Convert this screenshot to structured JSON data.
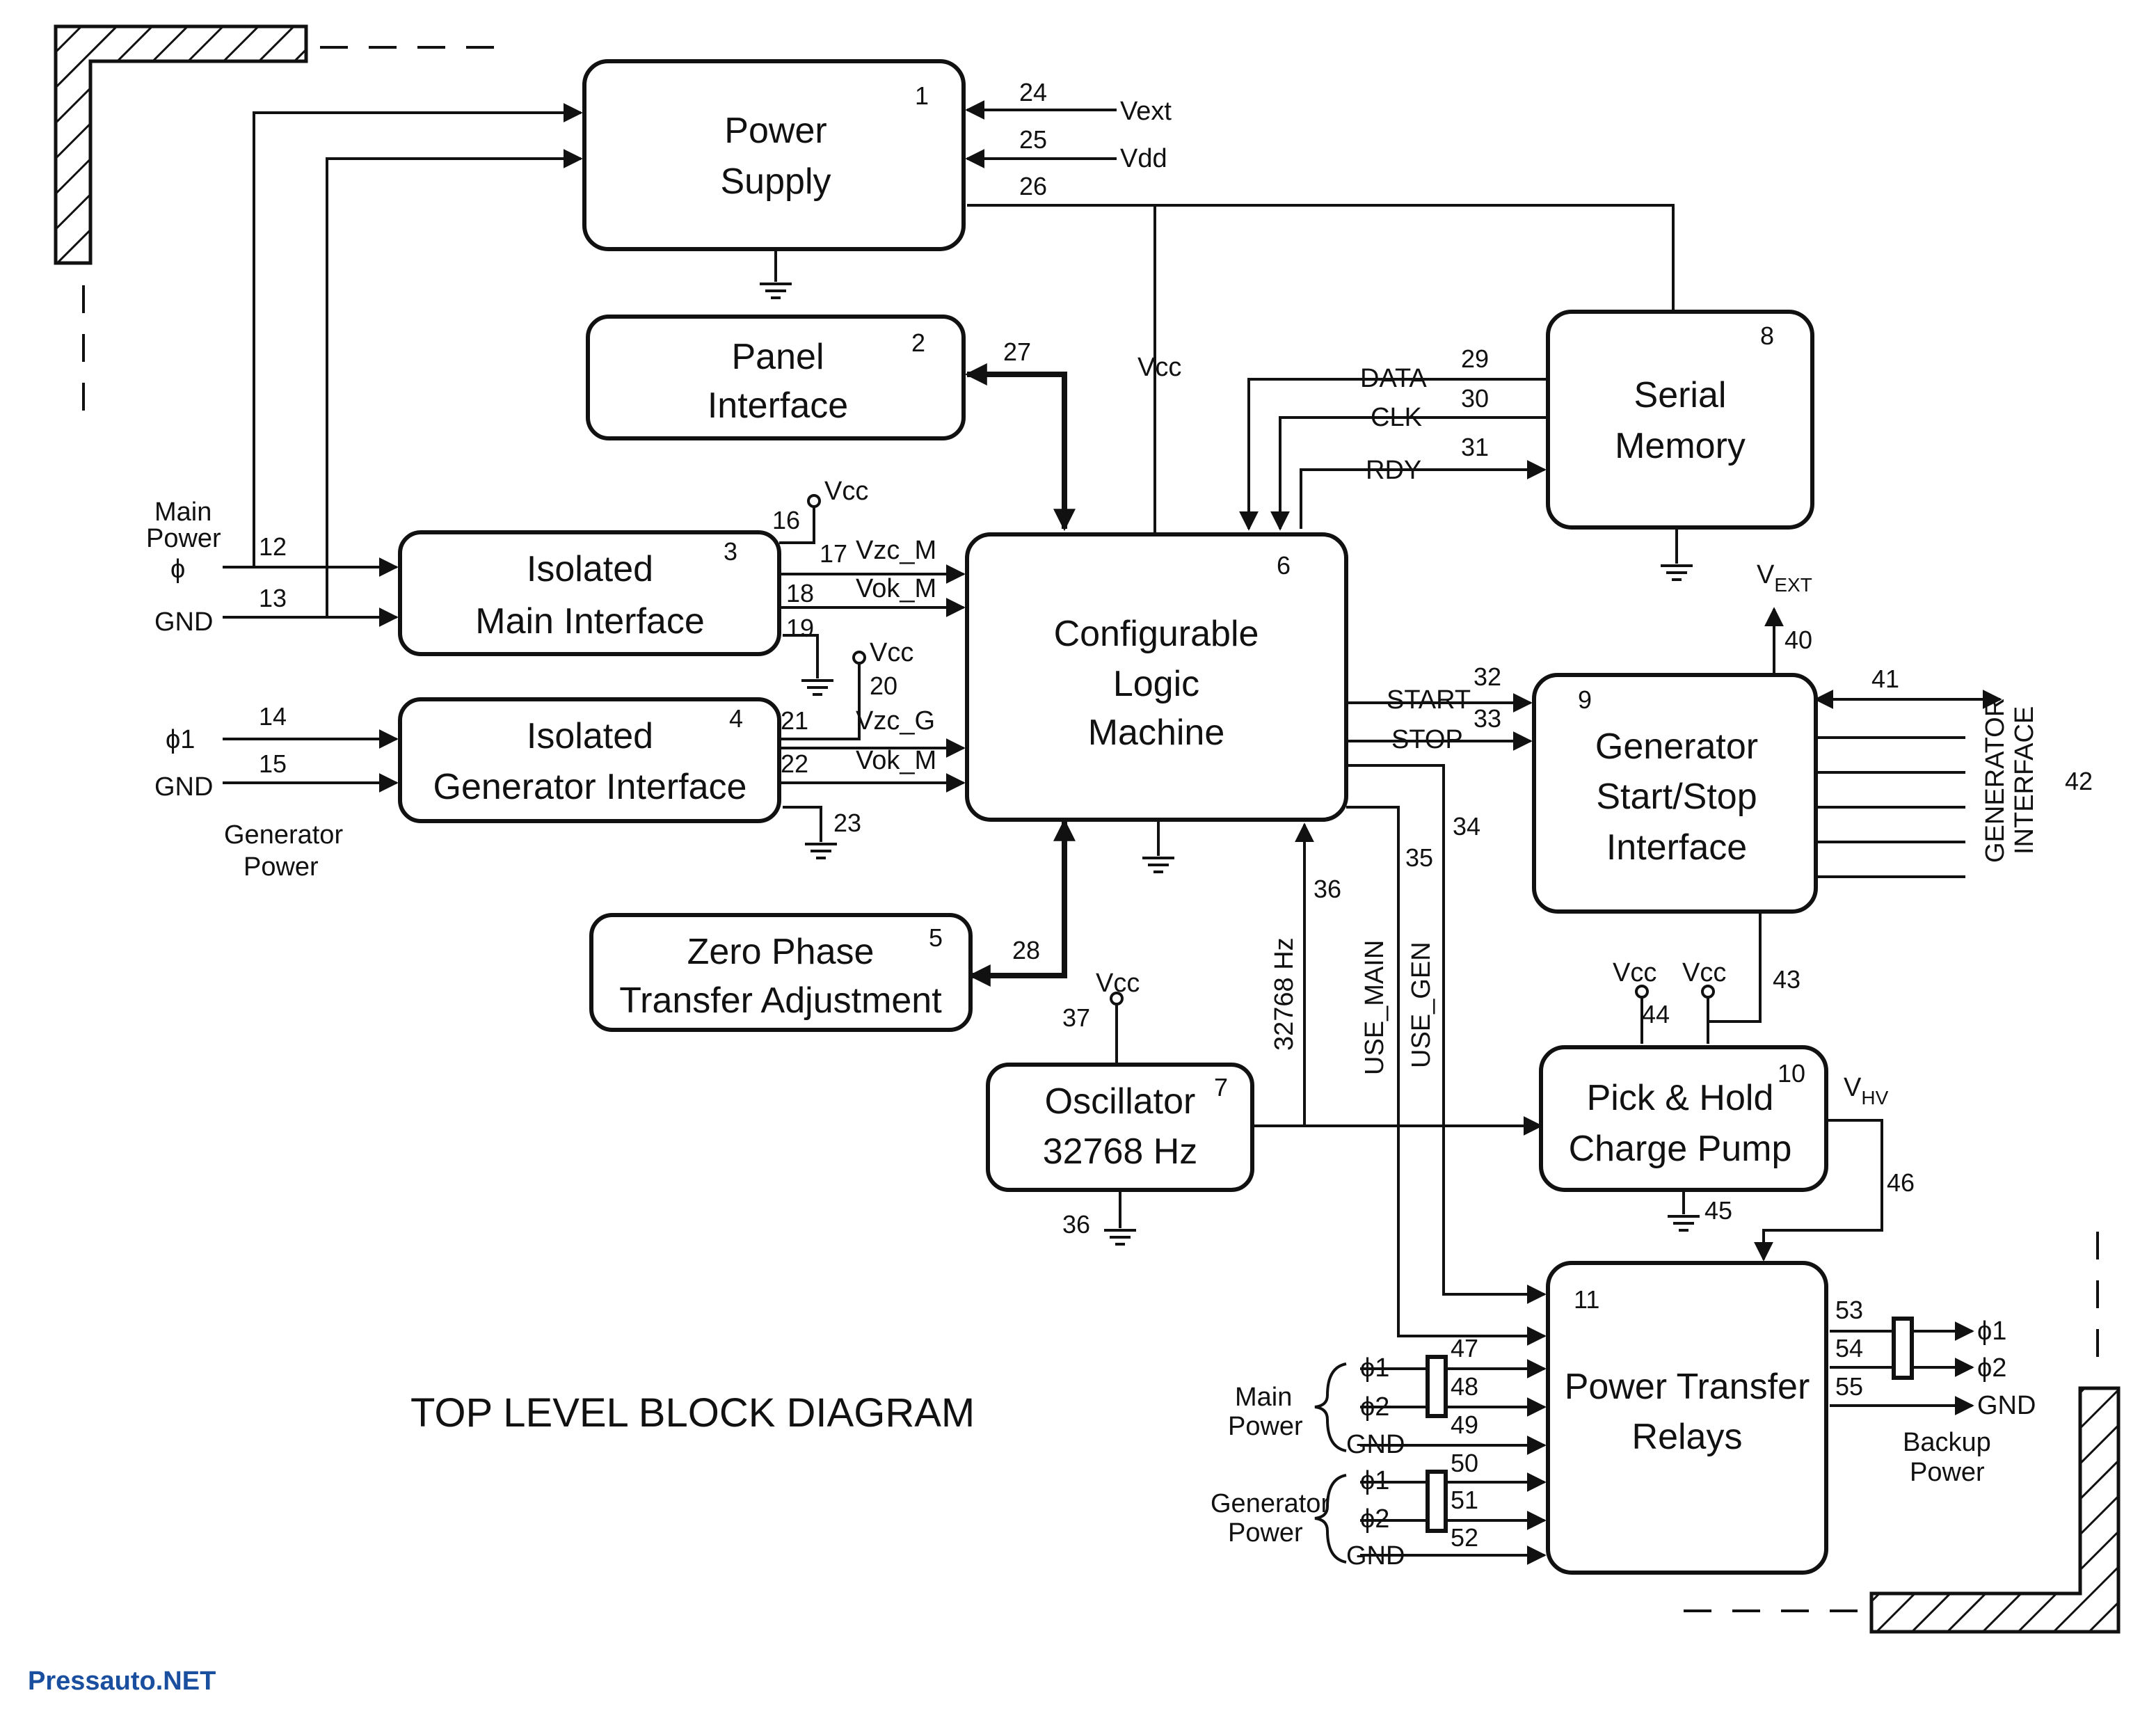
{
  "title": "TOP LEVEL BLOCK DIAGRAM",
  "watermark": "Pressauto.NET",
  "blocks": {
    "power_supply": {
      "line1": "Power",
      "line2": "Supply",
      "num": "1"
    },
    "panel_interface": {
      "line1": "Panel",
      "line2": "Interface",
      "num": "2"
    },
    "isolated_main": {
      "line1": "Isolated",
      "line2": "Main Interface",
      "num": "3"
    },
    "isolated_gen": {
      "line1": "Isolated",
      "line2": "Generator Interface",
      "num": "4"
    },
    "zero_phase": {
      "line1": "Zero Phase",
      "line2": "Transfer Adjustment",
      "num": "5"
    },
    "clm": {
      "line1": "Configurable",
      "line2": "Logic",
      "line3": "Machine",
      "num": "6"
    },
    "oscillator": {
      "line1": "Oscillator",
      "line2": "32768 Hz",
      "num": "7"
    },
    "serial_memory": {
      "line1": "Serial",
      "line2": "Memory",
      "num": "8"
    },
    "gen_startstop": {
      "line1": "Generator",
      "line2": "Start/Stop",
      "line3": "Interface",
      "num": "9"
    },
    "pick_hold": {
      "line1": "Pick & Hold",
      "line2": "Charge Pump",
      "num": "10"
    },
    "power_transfer": {
      "line1": "Power Transfer",
      "line2": "Relays",
      "num": "11"
    }
  },
  "signals": {
    "vext_in": "Vext",
    "vdd": "Vdd",
    "vcc": "Vcc",
    "data": "DATA",
    "clk": "CLK",
    "rdy": "RDY",
    "vzc_m": "Vzc_M",
    "vok_m": "Vok_M",
    "vzc_g": "Vzc_G",
    "vok_g": "Vok_M",
    "start": "START",
    "stop": "STOP",
    "osc_hz": "32768 Hz",
    "use_main": "USE_MAIN",
    "use_gen": "USE_GEN",
    "vext_out_base": "V",
    "vext_out_sub": "EXT",
    "vhv_base": "V",
    "vhv_sub": "HV",
    "gen_interface_l1": "GENERATOR",
    "gen_interface_l2": "INTERFACE",
    "main_power_l1": "Main",
    "main_power_l2": "Power",
    "phi": "ϕ",
    "gnd": "GND",
    "phi1": "ϕ1",
    "phi2": "ϕ2",
    "generator_power_l1": "Generator",
    "generator_power_l2": "Power",
    "backup_power_l1": "Backup",
    "backup_power_l2": "Power"
  },
  "numbers": {
    "n12": "12",
    "n13": "13",
    "n14": "14",
    "n15": "15",
    "n16": "16",
    "n17": "17",
    "n18": "18",
    "n19": "19",
    "n20": "20",
    "n21": "21",
    "n22": "22",
    "n23": "23",
    "n24": "24",
    "n25": "25",
    "n26": "26",
    "n27": "27",
    "n28": "28",
    "n29": "29",
    "n30": "30",
    "n31": "31",
    "n32": "32",
    "n33": "33",
    "n34": "34",
    "n35": "35",
    "n36": "36",
    "n37": "37",
    "n40": "40",
    "n41": "41",
    "n42": "42",
    "n43": "43",
    "n44": "44",
    "n45": "45",
    "n46": "46",
    "n47": "47",
    "n48": "48",
    "n49": "49",
    "n50": "50",
    "n51": "51",
    "n52": "52",
    "n53": "53",
    "n54": "54",
    "n55": "55"
  }
}
